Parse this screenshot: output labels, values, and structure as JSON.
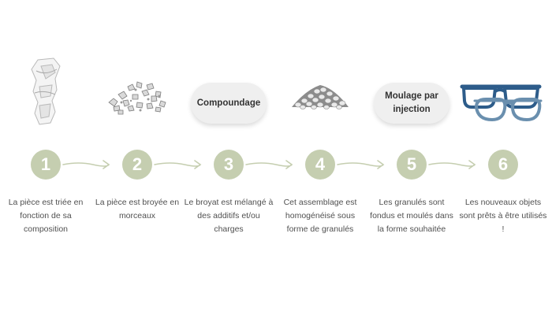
{
  "steps": [
    {
      "number": "1",
      "icon": "recycled-part-icon",
      "description": "La pièce est triée en fonction de sa composition"
    },
    {
      "number": "2",
      "icon": "crushed-pieces-icon",
      "description": "La pièce est broyée en morceaux"
    },
    {
      "number": "3",
      "label": "Compoundage",
      "description": "Le broyat est mélangé à des additifs et/ou charges"
    },
    {
      "number": "4",
      "icon": "granules-pile-icon",
      "description": "Cet assemblage est homogénéisé sous forme de granulés"
    },
    {
      "number": "5",
      "label_lines": [
        "Moulage par",
        "injection"
      ],
      "description": "Les granulés sont fondus et moulés dans la forme souhaitée"
    },
    {
      "number": "6",
      "icon": "eyeglasses-icon",
      "description": "Les nouveaux objets sont prêts à être utilisés !"
    }
  ],
  "colors": {
    "badge": "#c5ceb0",
    "arrow": "#c5ceb0",
    "glasses_dark": "#2d5c8a",
    "glasses_light": "#6a8fae"
  }
}
